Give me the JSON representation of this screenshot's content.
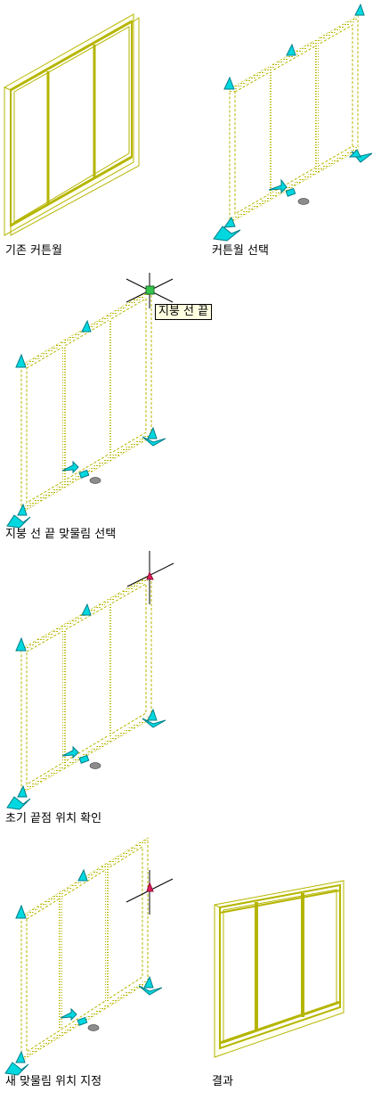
{
  "steps": [
    {
      "caption": "기존 커튼월"
    },
    {
      "caption": "커튼월 선택"
    },
    {
      "caption": "지붕 선 끝 맞물림 선택"
    },
    {
      "caption": "초기 끝점 위치 확인"
    },
    {
      "caption": "새 맞물림 위치 지정"
    },
    {
      "caption": "결과"
    }
  ],
  "tooltip": "지붕 선 끝",
  "colors": {
    "frame": "#b5b500",
    "frame_dark": "#7a7a00",
    "grip": "#00d8e0",
    "grip_edge": "#007e88",
    "hot_grip": "#e01b5a",
    "cursor": "#000000",
    "ellipse": "#8c8c8c",
    "tooltip_bg": "#ffffe1"
  }
}
